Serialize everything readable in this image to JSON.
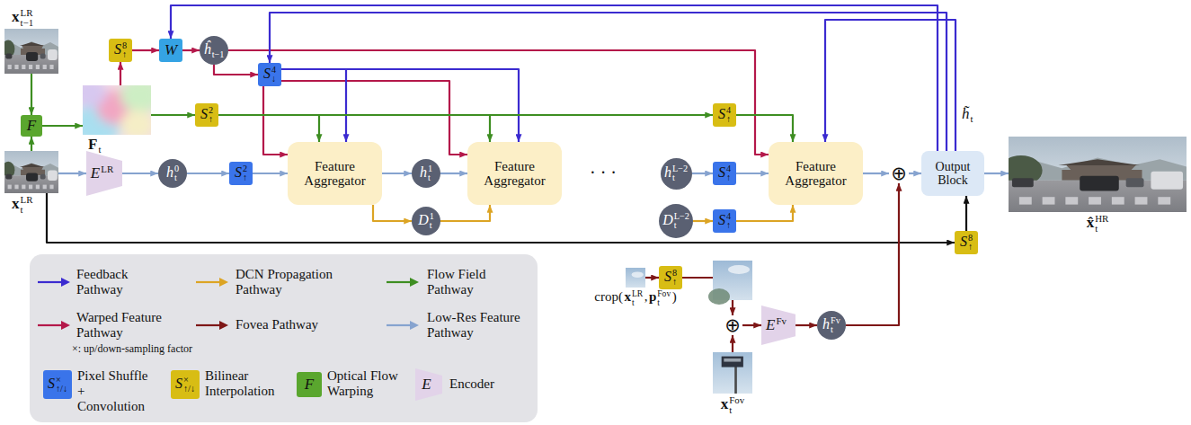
{
  "diagram": {
    "nodes": [
      {
        "text": [
          "x",
          "LR",
          "t−1"
        ]
      },
      {
        "text": [
          "S",
          "8",
          "↑"
        ]
      },
      {
        "text": [
          "W"
        ]
      },
      {
        "text": [
          "ĥ",
          "t−1"
        ]
      },
      {
        "text": [
          "S",
          "4",
          "↓"
        ]
      },
      {
        "text": [
          "F"
        ]
      },
      {
        "text": [
          "F",
          "t"
        ]
      },
      {
        "text": [
          "S",
          "2",
          "↑"
        ]
      },
      {
        "text": [
          "S",
          "4",
          "↑"
        ]
      },
      {
        "text": [
          "x",
          "LR",
          "t"
        ]
      },
      {
        "text": [
          "E",
          "LR"
        ]
      },
      {
        "text": [
          "h",
          "0",
          "t"
        ]
      },
      {
        "text": [
          "S",
          "2",
          "↑"
        ]
      },
      {
        "text": [
          "Feature Aggregator"
        ]
      },
      {
        "text": [
          "h",
          "1",
          "t"
        ]
      },
      {
        "text": [
          "D",
          "1",
          "t"
        ]
      },
      {
        "text": [
          "Feature Aggregator"
        ]
      },
      {
        "text": [
          "h",
          "L−2",
          "t"
        ]
      },
      {
        "text": [
          "S",
          "4",
          "↑"
        ]
      },
      {
        "text": [
          "D",
          "L−2",
          "t"
        ]
      },
      {
        "text": [
          "S",
          "4",
          "↑"
        ]
      },
      {
        "text": [
          "Feature Aggregator"
        ]
      },
      {
        "text": [
          "⊕"
        ]
      },
      {
        "text": [
          "Output Block"
        ]
      },
      {
        "text": [
          "x̂",
          "HR",
          "t"
        ]
      },
      {
        "text": [
          "S",
          "8",
          "↑"
        ]
      },
      {
        "text": [
          "crop(",
          "x",
          "LR",
          "t",
          ",",
          "p",
          "Fov",
          "t",
          ")"
        ]
      },
      {
        "text": [
          "S",
          "8",
          "↑"
        ]
      },
      {
        "text": [
          "⊕"
        ]
      },
      {
        "text": [
          "E",
          "Fv"
        ]
      },
      {
        "text": [
          "h",
          "Fv",
          "t"
        ]
      },
      {
        "text": [
          "x",
          "Fov",
          "t"
        ]
      },
      {
        "text": [
          "S",
          "×",
          "↑/↓"
        ]
      },
      {
        "text": [
          "S",
          "×",
          "↑/↓"
        ]
      },
      {
        "text": [
          "F"
        ]
      },
      {
        "text": [
          "E"
        ]
      }
    ],
    "edges": [
      {
        "from": 0,
        "to": 5,
        "arrow": "to"
      },
      {
        "from": 9,
        "to": 5,
        "arrow": "to"
      },
      {
        "from": 5,
        "to": 6,
        "arrow": "to"
      },
      {
        "from": 6,
        "to": 1,
        "arrow": "to"
      },
      {
        "from": 1,
        "to": 2,
        "arrow": "to"
      },
      {
        "from": 2,
        "to": 3,
        "arrow": "to"
      },
      {
        "from": 3,
        "to": 4,
        "arrow": "to"
      },
      {
        "from": 3,
        "to": 21,
        "arrow": "to"
      },
      {
        "from": 4,
        "to": 13,
        "arrow": "to"
      },
      {
        "from": 4,
        "to": 16,
        "arrow": "to"
      },
      {
        "from": 4,
        "to": 13,
        "arrow": "to"
      },
      {
        "from": 4,
        "to": 16,
        "arrow": "to"
      },
      {
        "from": 23,
        "to": 2,
        "arrow": "to"
      },
      {
        "from": 23,
        "to": 4,
        "arrow": "to"
      },
      {
        "from": 23,
        "to": 21,
        "arrow": "to"
      },
      {
        "from": 6,
        "to": 7,
        "arrow": "to"
      },
      {
        "from": 7,
        "to": 13,
        "arrow": "to"
      },
      {
        "from": 7,
        "to": 16,
        "arrow": "to"
      },
      {
        "from": 7,
        "to": 8,
        "arrow": "to"
      },
      {
        "from": 8,
        "to": 21,
        "arrow": "to"
      },
      {
        "from": 9,
        "to": 10,
        "arrow": "to"
      },
      {
        "from": 10,
        "to": 11,
        "arrow": "to"
      },
      {
        "from": 11,
        "to": 12,
        "arrow": "to"
      },
      {
        "from": 12,
        "to": 13,
        "arrow": "to"
      },
      {
        "from": 13,
        "to": 14,
        "arrow": "to"
      },
      {
        "from": 14,
        "to": 16,
        "arrow": "to"
      },
      {
        "from": 17,
        "to": 18,
        "arrow": "to"
      },
      {
        "from": 18,
        "to": 21,
        "arrow": "to"
      },
      {
        "from": 21,
        "to": 22,
        "arrow": "to"
      },
      {
        "from": 22,
        "to": 23,
        "arrow": "to"
      },
      {
        "from": 23,
        "to": 24,
        "arrow": "to"
      },
      {
        "from": 13,
        "to": 15,
        "arrow": "to"
      },
      {
        "from": 15,
        "to": 16,
        "arrow": "to"
      },
      {
        "from": 19,
        "to": 20,
        "arrow": "to"
      },
      {
        "from": 20,
        "to": 21,
        "arrow": "to"
      },
      {
        "from": 9,
        "to": 25,
        "arrow": "to"
      },
      {
        "from": 25,
        "to": 23,
        "arrow": "to"
      },
      {
        "from": 26,
        "to": 27,
        "arrow": "to"
      },
      {
        "from": 27,
        "to": 28,
        "arrow": "to"
      },
      {
        "from": 31,
        "to": 28,
        "arrow": "to"
      },
      {
        "from": 28,
        "to": 29,
        "arrow": "to"
      },
      {
        "from": 29,
        "to": 30,
        "arrow": "to"
      },
      {
        "from": 30,
        "to": 22,
        "arrow": "to"
      }
    ],
    "labels": [
      "h̃",
      "t",
      "· · ·",
      "×: up/down-sampling factor"
    ],
    "legend": [
      {
        "text": "Feedback Pathway"
      },
      {
        "text": "DCN Propagation Pathway"
      },
      {
        "text": "Flow Field Pathway"
      },
      {
        "text": "Warped Feature Pathway"
      },
      {
        "text": "Fovea Pathway"
      },
      {
        "text": "Low-Res Feature Pathway"
      },
      {
        "text": "Pixel Shuffle + Convolution"
      },
      {
        "text": "Bilinear Interpolation"
      },
      {
        "text": "Optical Flow Warping"
      },
      {
        "text": "Encoder"
      }
    ]
  }
}
